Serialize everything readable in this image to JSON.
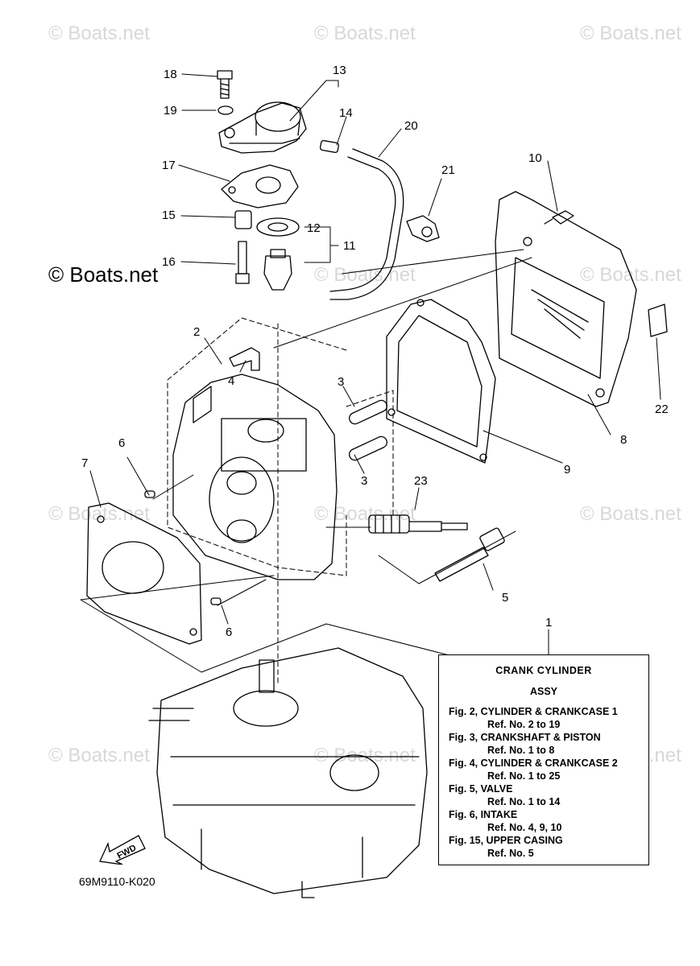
{
  "watermark": {
    "text": "© Boats.net",
    "featured_text": "© Boats.net"
  },
  "callouts": {
    "c1": "1",
    "c2": "2",
    "c3a": "3",
    "c3b": "3",
    "c4": "4",
    "c5": "5",
    "c6a": "6",
    "c6b": "6",
    "c7": "7",
    "c8": "8",
    "c9": "9",
    "c10": "10",
    "c11": "11",
    "c12": "12",
    "c13": "13",
    "c14": "14",
    "c15": "15",
    "c16": "16",
    "c17": "17",
    "c18": "18",
    "c19": "19",
    "c20": "20",
    "c21": "21",
    "c22": "22",
    "c23": "23"
  },
  "reference_box": {
    "title": "CRANK  CYLINDER",
    "subtitle": "ASSY",
    "entries": [
      {
        "fig": "Fig. 2, CYLINDER & CRANKCASE 1",
        "ref": "Ref. No. 2 to 19"
      },
      {
        "fig": "Fig. 3, CRANKSHAFT & PISTON",
        "ref": "Ref. No. 1 to 8"
      },
      {
        "fig": "Fig. 4, CYLINDER & CRANKCASE 2",
        "ref": "Ref. No. 1 to 25"
      },
      {
        "fig": "Fig. 5, VALVE",
        "ref": "Ref. No. 1 to 14"
      },
      {
        "fig": "Fig. 6, INTAKE",
        "ref": "Ref. No. 4, 9, 10"
      },
      {
        "fig": "Fig. 15, UPPER CASING",
        "ref": "Ref. No. 5"
      }
    ]
  },
  "fwd_label": "FWD",
  "diagram_code": "69M9110-K020"
}
